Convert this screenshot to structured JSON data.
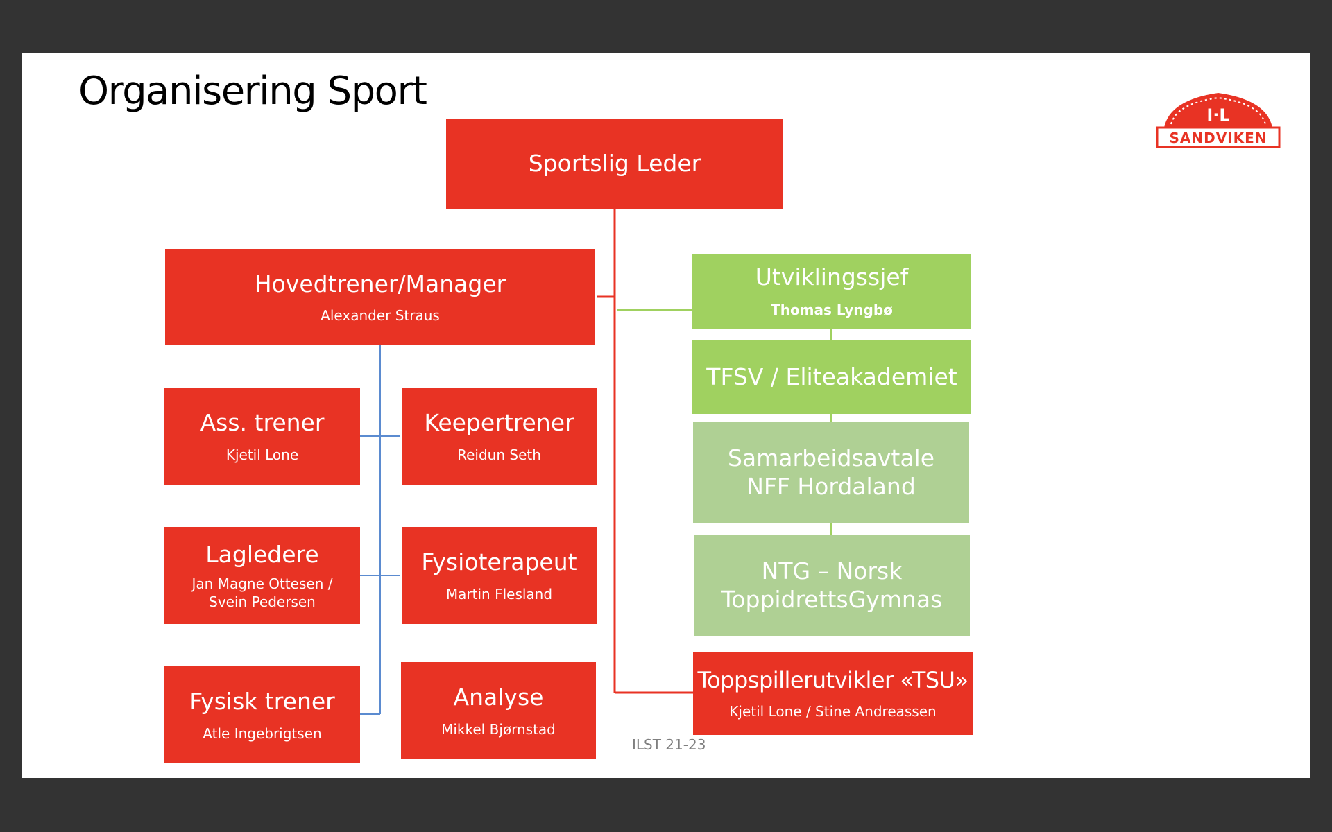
{
  "slide": {
    "title": "Organisering Sport",
    "footer": "ILST 21-23"
  },
  "logo": {
    "top_text": "I·L",
    "bottom_text": "SANDVIKEN",
    "color": "#e83324"
  },
  "chart": {
    "root": {
      "title": "Sportslig Leder"
    },
    "manager": {
      "title": "Hovedtrener/Manager",
      "name": "Alexander Straus"
    },
    "staff": [
      {
        "title": "Ass. trener",
        "name": "Kjetil Lone"
      },
      {
        "title": "Keepertrener",
        "name": "Reidun Seth"
      },
      {
        "title": "Lagledere",
        "name": "Jan Magne Ottesen /\nSvein Pedersen"
      },
      {
        "title": "Fysioterapeut",
        "name": "Martin Flesland"
      },
      {
        "title": "Fysisk trener",
        "name": "Atle Ingebrigtsen"
      },
      {
        "title": "Analyse",
        "name": "Mikkel Bjørnstad"
      }
    ],
    "development": [
      {
        "title": "Utviklingssjef",
        "name": "Thomas Lyngbø"
      },
      {
        "title": "TFSV / Eliteakademiet"
      },
      {
        "title": "Samarbeidsavtale\nNFF Hordaland"
      },
      {
        "title": "NTG – Norsk\nToppidrettsGymnas"
      }
    ],
    "tsu": {
      "title": "Toppspillerutvikler «TSU»",
      "name": "Kjetil Lone / Stine Andreassen"
    }
  },
  "colors": {
    "red": "#e83324",
    "green": "#a0d160",
    "light_green": "#afd094",
    "blue_connector": "#5b8bd0"
  }
}
